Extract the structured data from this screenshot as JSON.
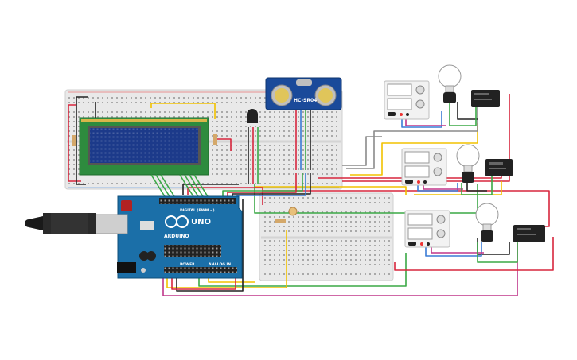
{
  "arduino": {
    "brand_text": "ARDUINO",
    "model_text": "UNO",
    "digital_label": "DIGITAL (PWM ~)",
    "power_label": "POWER",
    "analog_label": "ANALOG IN"
  },
  "ultrasonic": {
    "model_text": "HC-SR04"
  },
  "colors": {
    "wire_red": "#d7263d",
    "wire_black": "#222222",
    "wire_yellow": "#f2c200",
    "wire_green": "#3aa845",
    "wire_magenta": "#c0368a",
    "wire_blue": "#3a7bd5",
    "wire_gray": "#8a8a8a",
    "arduino_blue": "#1b6fa8",
    "lcd_screen": "#1c3a8a",
    "lcd_board": "#2e8b3e",
    "relay_body": "#222222",
    "breadboard": "#e9e9e9"
  }
}
